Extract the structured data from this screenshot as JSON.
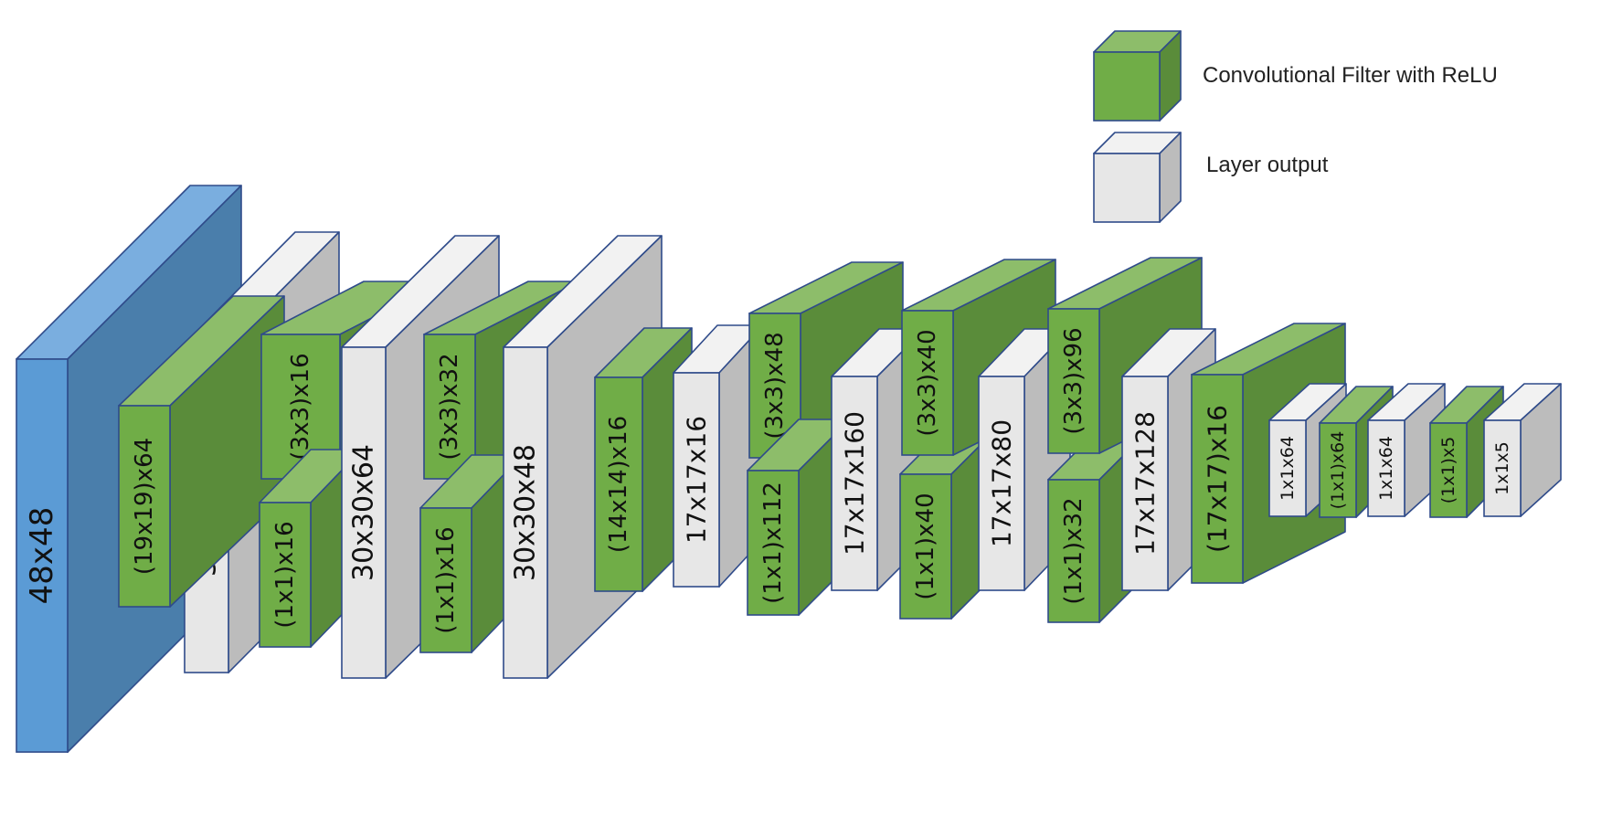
{
  "colors": {
    "input_front": "#5b9bd5",
    "input_top": "#7aaedf",
    "input_side": "#4a7eab",
    "filter_front": "#70ad47",
    "filter_top": "#8dbd6a",
    "filter_side": "#5a8c3a",
    "output_front": "#e7e7e7",
    "output_top": "#f2f2f2",
    "output_side": "#bcbcbc",
    "edge": "#2f4b8a"
  },
  "legend": {
    "filter_label": "Convolutional Filter with ReLU",
    "output_label": "Layer output"
  },
  "blocks": [
    {
      "name": "input-block-48x48",
      "kind": "input",
      "label": "48x48"
    },
    {
      "name": "output-block-30x30x64-a",
      "kind": "output",
      "label": "30x30x64"
    },
    {
      "name": "filter-block-19x19x64",
      "kind": "filter",
      "label": "(19x19)x64"
    },
    {
      "name": "filter-block-3x3x16",
      "kind": "filter",
      "label": "(3x3)x16"
    },
    {
      "name": "filter-block-1x1x16-a",
      "kind": "filter",
      "label": "(1x1)x16"
    },
    {
      "name": "output-block-30x30x64-b",
      "kind": "output",
      "label": "30x30x64"
    },
    {
      "name": "filter-block-3x3x32",
      "kind": "filter",
      "label": "(3x3)x32"
    },
    {
      "name": "filter-block-1x1x16-b",
      "kind": "filter",
      "label": "(1x1)x16"
    },
    {
      "name": "output-block-30x30x48",
      "kind": "output",
      "label": "30x30x48"
    },
    {
      "name": "filter-block-14x14x16",
      "kind": "filter",
      "label": "(14x14)x16"
    },
    {
      "name": "output-block-17x17x16",
      "kind": "output",
      "label": "17x17x16"
    },
    {
      "name": "filter-block-3x3x48",
      "kind": "filter",
      "label": "(3x3)x48"
    },
    {
      "name": "filter-block-1x1x112",
      "kind": "filter",
      "label": "(1x1)x112"
    },
    {
      "name": "output-block-17x17x160",
      "kind": "output",
      "label": "17x17x160"
    },
    {
      "name": "filter-block-1x1x40",
      "kind": "filter",
      "label": "(1x1)x40"
    },
    {
      "name": "filter-block-3x3x40",
      "kind": "filter",
      "label": "(3x3)x40"
    },
    {
      "name": "output-block-17x17x80",
      "kind": "output",
      "label": "17x17x80"
    },
    {
      "name": "filter-block-1x1x32",
      "kind": "filter",
      "label": "(1x1)x32"
    },
    {
      "name": "filter-block-3x3x96",
      "kind": "filter",
      "label": "(3x3)x96"
    },
    {
      "name": "output-block-17x17x128",
      "kind": "output",
      "label": "17x17x128"
    },
    {
      "name": "filter-block-17x17x16",
      "kind": "filter",
      "label": "(17x17)x16"
    },
    {
      "name": "output-block-1x1x64-a",
      "kind": "output",
      "label": "1x1x64"
    },
    {
      "name": "filter-block-1x1x64",
      "kind": "filter",
      "label": "(1x1)x64"
    },
    {
      "name": "output-block-1x1x64-b",
      "kind": "output",
      "label": "1x1x64"
    },
    {
      "name": "filter-block-1x1x5",
      "kind": "filter",
      "label": "(1x1)x5"
    },
    {
      "name": "output-block-1x1x5",
      "kind": "output",
      "label": "1x1x5"
    }
  ]
}
